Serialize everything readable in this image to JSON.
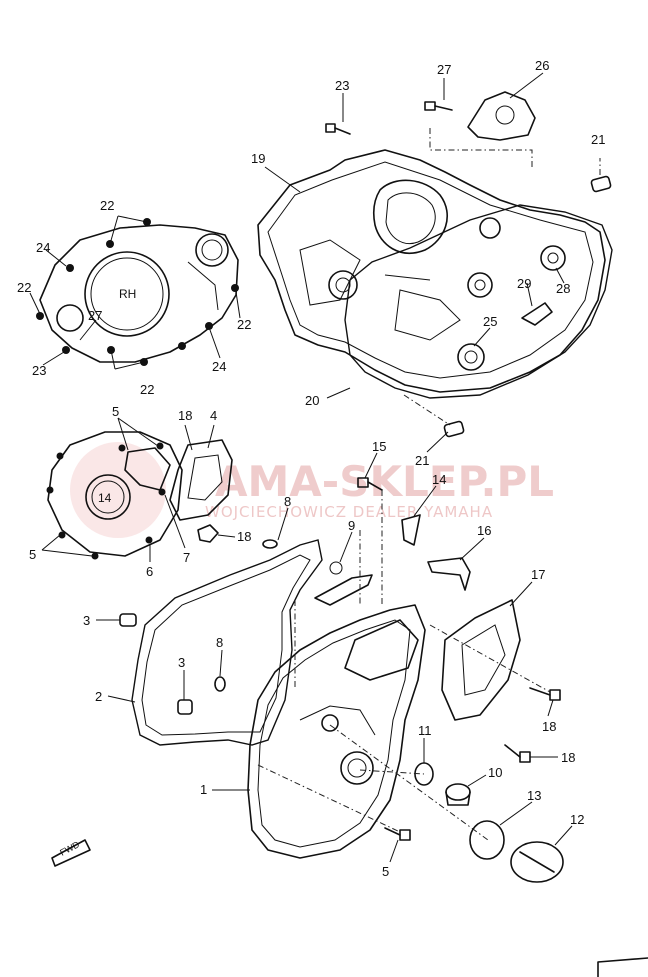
{
  "watermark": {
    "main": "AMA-SKLEP.PL",
    "sub": "WOJCIECHOWICZ DEALER YAMAHA"
  },
  "cover_markings": {
    "rh": "RH",
    "cover_14": "14"
  },
  "fwd_label": "FWD",
  "callouts": [
    "23",
    "27",
    "26",
    "21",
    "19",
    "22",
    "24",
    "22",
    "22",
    "27",
    "23",
    "22",
    "24",
    "29",
    "28",
    "25",
    "20",
    "21",
    "5",
    "18",
    "4",
    "15",
    "14",
    "8",
    "9",
    "16",
    "18",
    "7",
    "6",
    "5",
    "3",
    "8",
    "3",
    "2",
    "17",
    "18",
    "11",
    "10",
    "18",
    "1",
    "13",
    "12",
    "5"
  ]
}
